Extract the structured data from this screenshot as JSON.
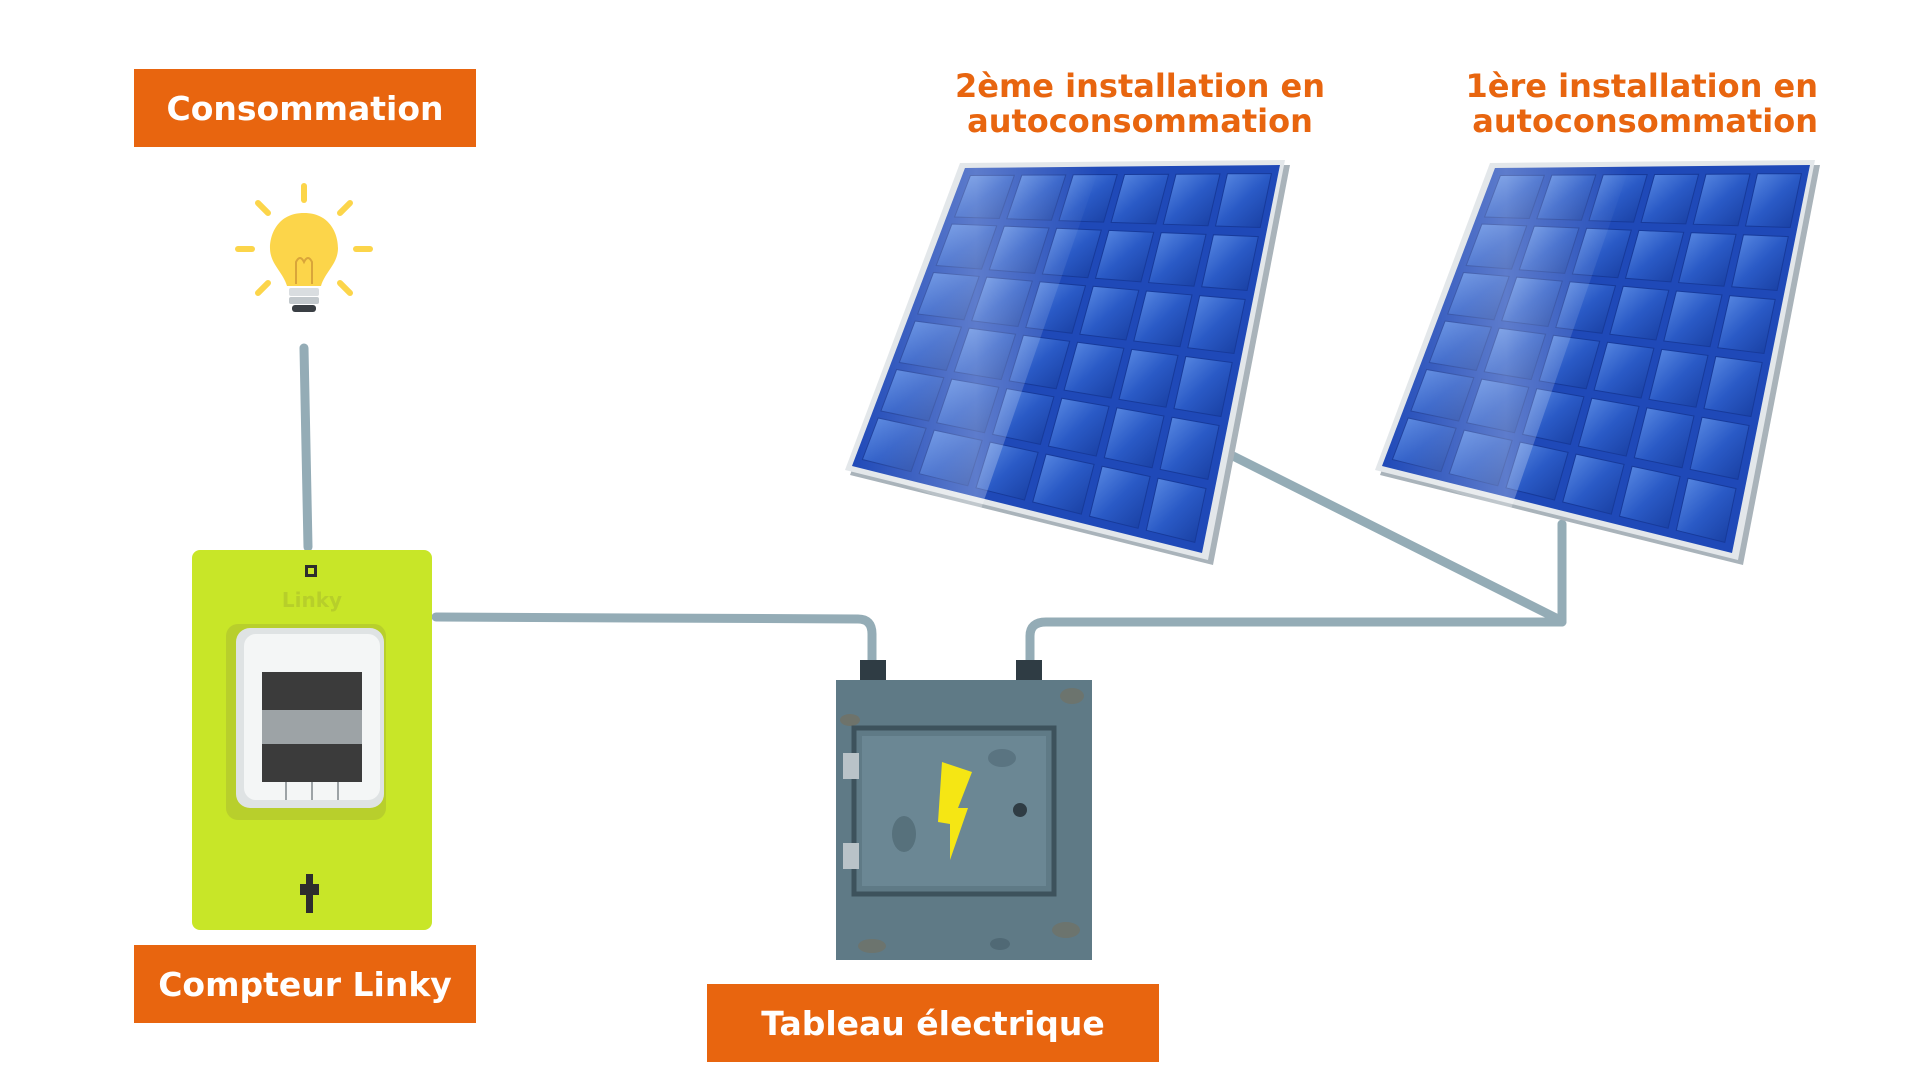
{
  "labels": {
    "consommation": "Consommation",
    "compteur_linky": "Compteur Linky",
    "tableau": "Tableau électrique"
  },
  "meter": {
    "brand": "Linky"
  },
  "installations": {
    "second": {
      "line1": "2ème installation en",
      "line2": "autoconsommation"
    },
    "first": {
      "line1": "1ère installation en",
      "line2": "autoconsommation"
    }
  },
  "icons": {
    "bulb": "light-bulb-icon",
    "bolt": "lightning-bolt-icon",
    "plug": "plug-icon"
  },
  "colors": {
    "accent": "#e8650f",
    "meter_green": "#c8e628",
    "cable": "#94acb6",
    "panel_blue": "#1f49b8",
    "cabinet": "#5f7a86",
    "bolt": "#f5e614",
    "bulb": "#fcd54a"
  }
}
